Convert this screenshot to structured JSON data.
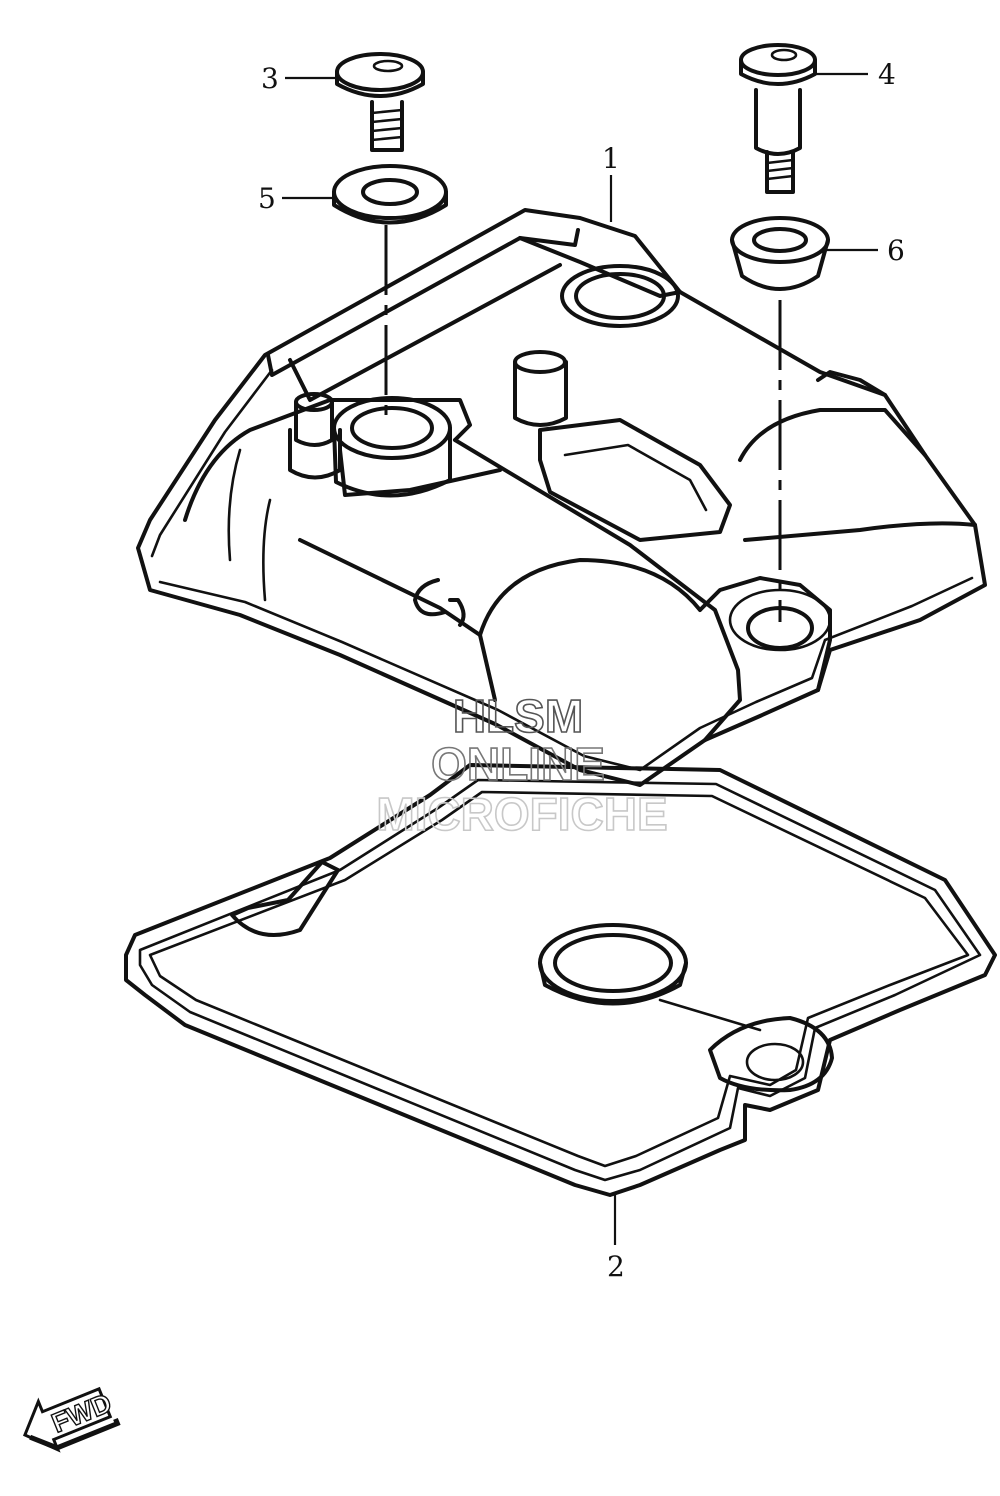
{
  "callouts": {
    "c1": "1",
    "c2": "2",
    "c3": "3",
    "c4": "4",
    "c5": "5",
    "c6": "6"
  },
  "watermark": {
    "line1": "HLSM",
    "line2": "ONLINE",
    "line3": "MICROFICHE"
  },
  "fwd_label": "FWD",
  "colors": {
    "line": "#111111",
    "background": "#ffffff",
    "watermark_dark": "#555555",
    "watermark_light": "#c8c8c8"
  }
}
